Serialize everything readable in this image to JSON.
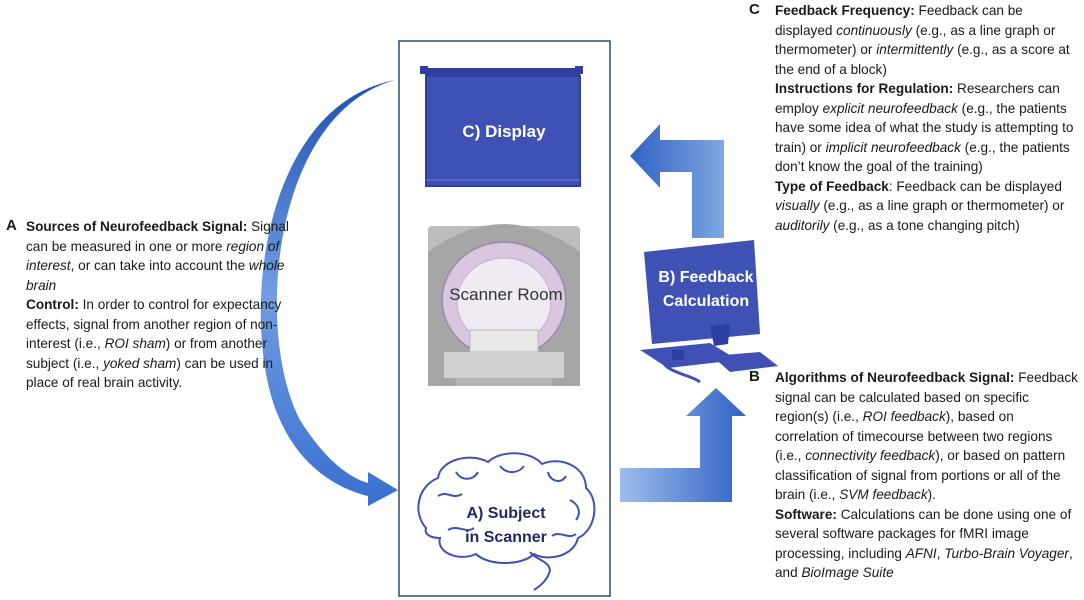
{
  "labels": {
    "display": "C) Display",
    "scanner_room": "Scanner Room",
    "feedback_calc_line1": "B) Feedback",
    "feedback_calc_line2": "Calculation",
    "subject_line1": "A) Subject",
    "subject_line2": "in Scanner"
  },
  "panel_c": {
    "letter": "C",
    "freq_heading": "Feedback Frequency:",
    "freq_t1": " Feedback can be displayed ",
    "freq_e1": "continuously",
    "freq_t2": " (e.g., as a line graph or thermometer) or ",
    "freq_e2": "intermittently",
    "freq_t3": " (e.g., as a score at the end of a block)",
    "instr_heading": "Instructions for Regulation:",
    "instr_t1": " Researchers can employ ",
    "instr_e1": "explicit neurofeedback",
    "instr_t2": " (e.g., the patients have some idea of what the study is attempting to train) or ",
    "instr_e2": "implicit neurofeedback",
    "instr_t3": " (e.g., the patients don’t know the goal of the training)",
    "type_heading": "Type of Feedback",
    "type_t1": ": Feedback can be displayed ",
    "type_e1": "visually",
    "type_t2": " (e.g., as a line graph or thermometer) or ",
    "type_e2": "auditorily",
    "type_t3": " (e.g., as a tone changing pitch)"
  },
  "panel_a": {
    "letter": "A",
    "src_heading": "Sources of Neurofeedback Signal:",
    "src_t1": " Signal can be measured in one or more ",
    "src_e1": "region of interest",
    "src_t2": ", or can take into account the ",
    "src_e2": "whole brain",
    "ctrl_heading": "Control:",
    "ctrl_t1": " In order to control for expectancy effects, signal from another region of non-interest (i.e., ",
    "ctrl_e1": "ROI sham",
    "ctrl_t2": ") or from another subject (i.e., ",
    "ctrl_e2": "yoked sham",
    "ctrl_t3": ") can be used in place of real brain activity."
  },
  "panel_b": {
    "letter": "B",
    "algo_heading": "Algorithms of Neurofeedback Signal:",
    "algo_t1": " Feedback signal can be calculated based on specific region(s) (i.e., ",
    "algo_e1": "ROI feedback",
    "algo_t2": "), based on correlation of timecourse between two regions (i.e., ",
    "algo_e2": "connectivity feedback",
    "algo_t3": "), or based on pattern classification of signal from portions or all of the brain (i.e., ",
    "algo_e3": "SVM feedback",
    "algo_t4": ").",
    "sw_heading": "Software:",
    "sw_t1": " Calculations can be done using one of several software packages for fMRI image processing, including ",
    "sw_e1": "AFNI",
    "sw_t2": ", ",
    "sw_e2": "Turbo-Brain Voyager",
    "sw_t3": ", and ",
    "sw_e3": "BioImage Suite"
  },
  "colors": {
    "primary_blue": "#3f51b5",
    "dark_blue": "#2e3f9e",
    "arrow_light": "#7fa7e0",
    "arrow_dark": "#2f62c4",
    "frame": "#2b4a78",
    "scanner_gray": "#a6a6a6",
    "scanner_pink": "#d9c6e0"
  }
}
